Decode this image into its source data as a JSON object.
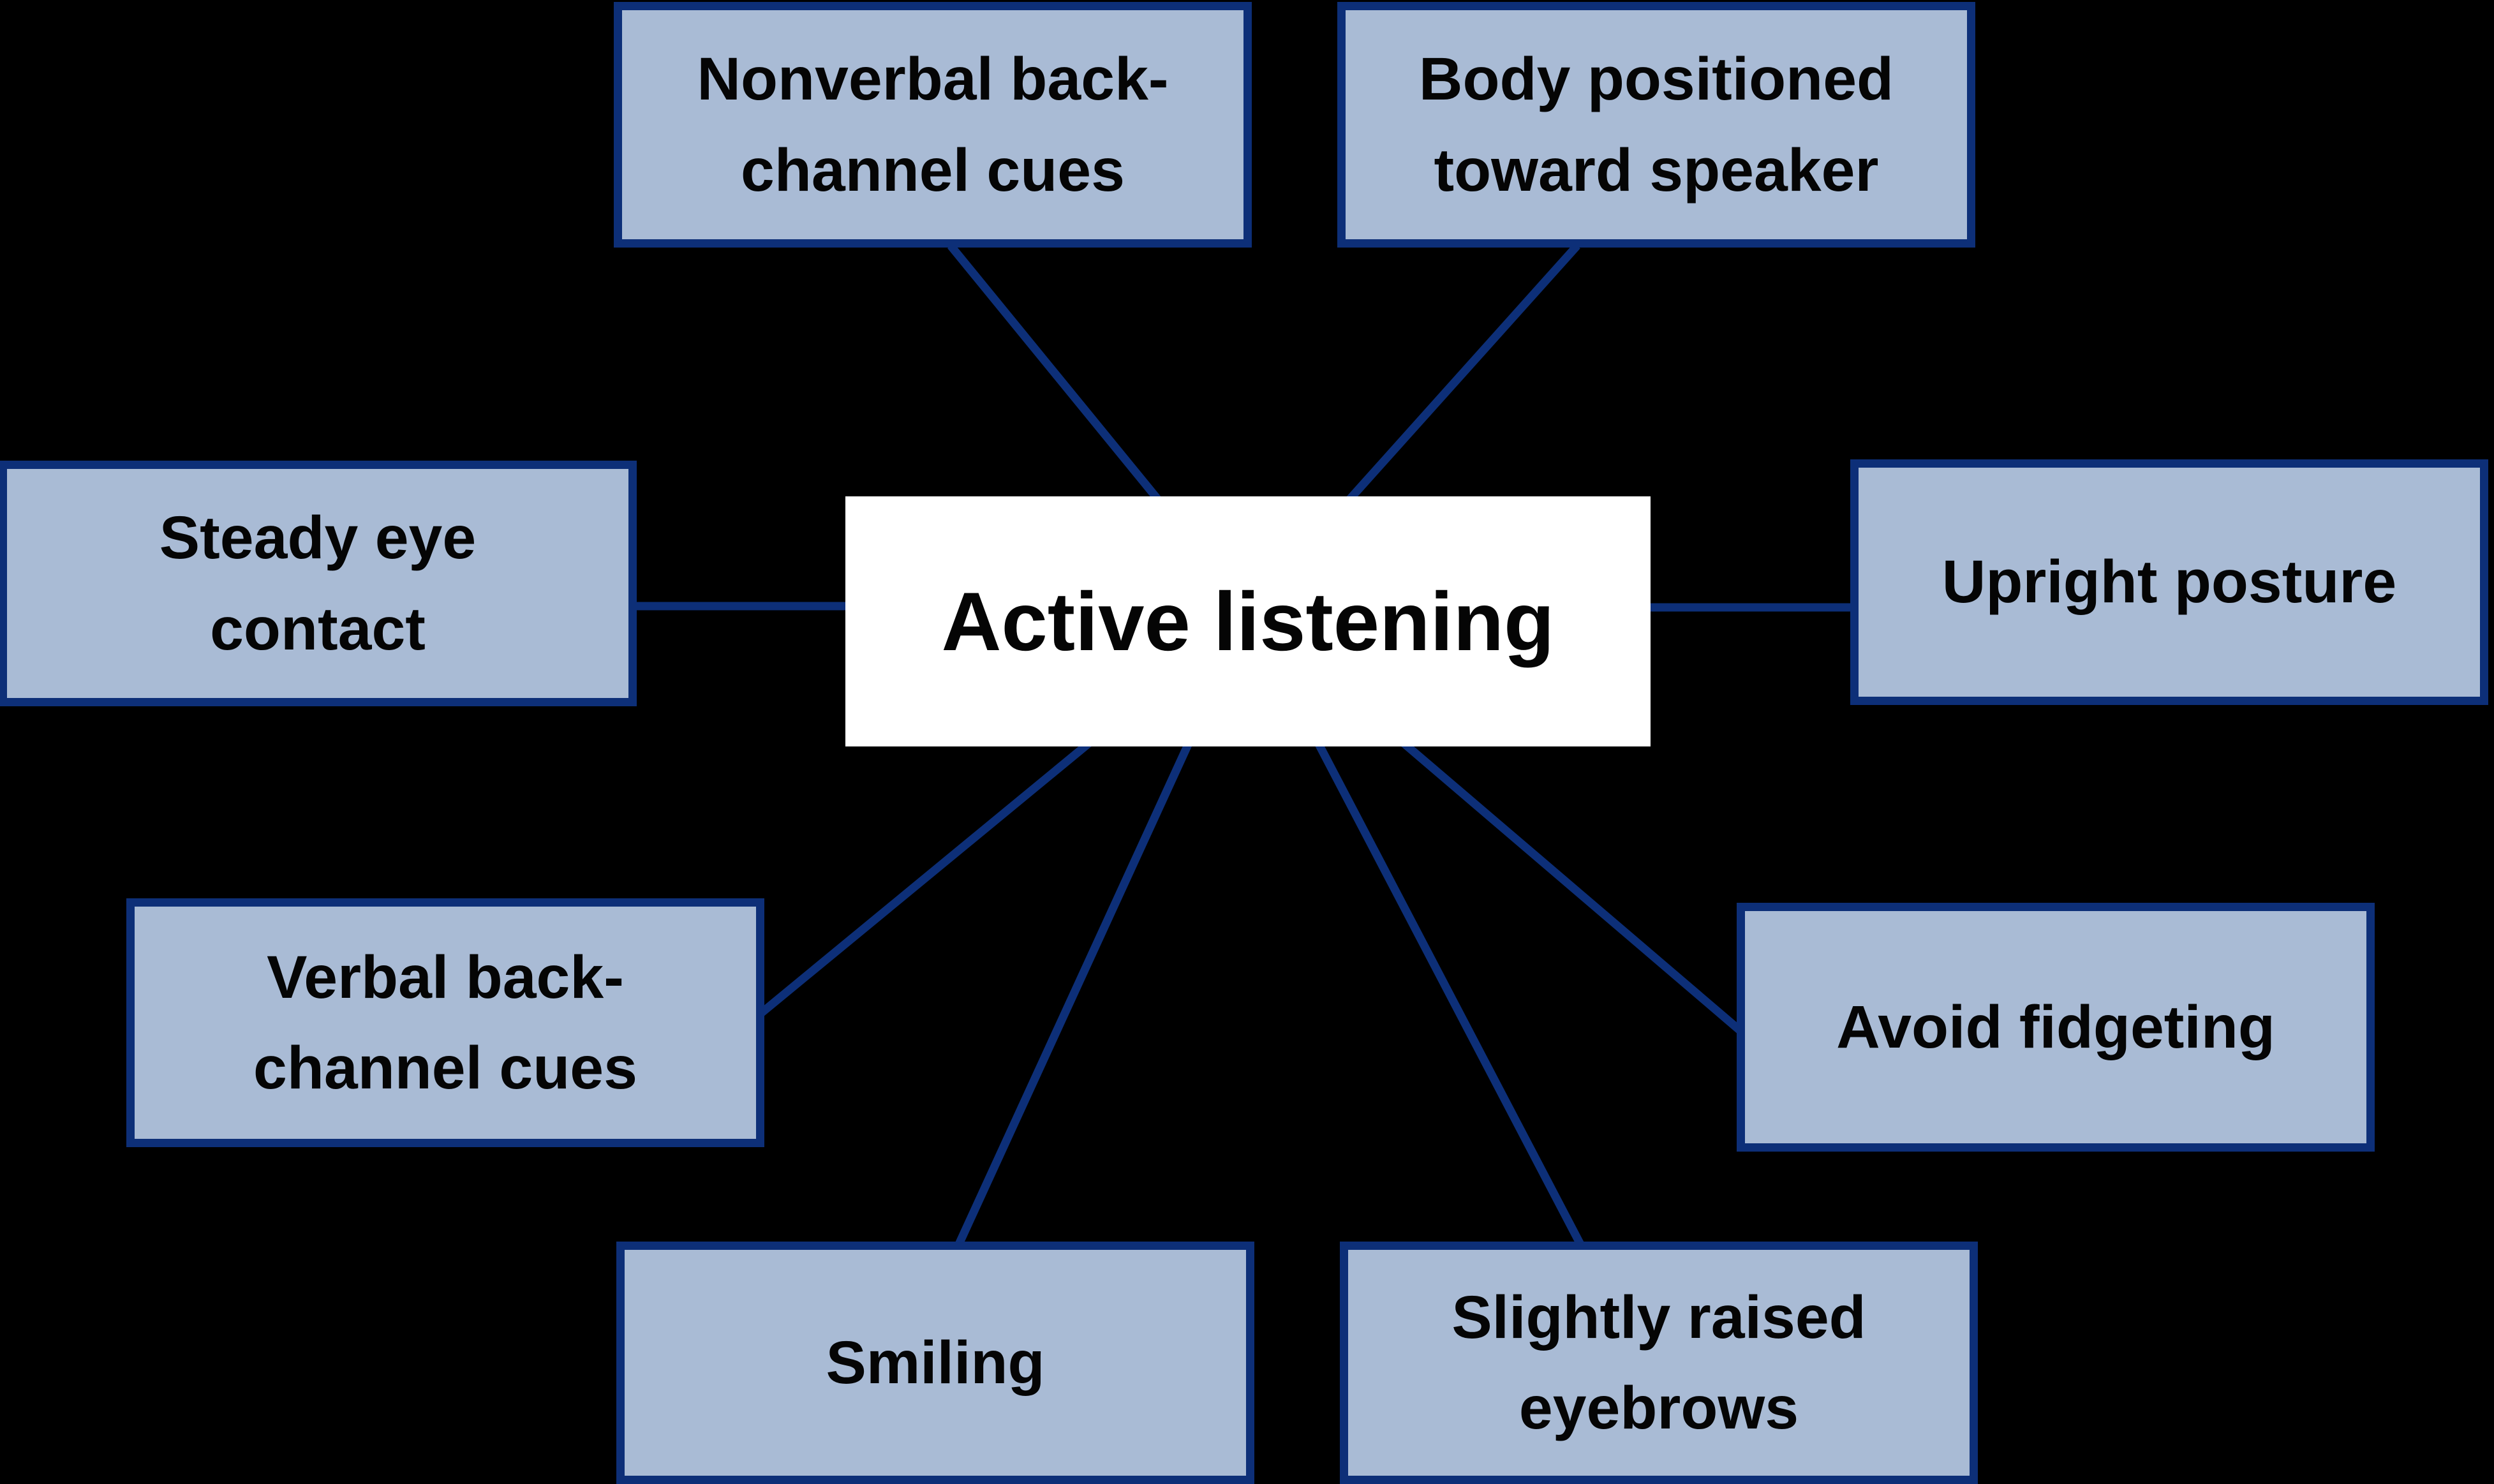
{
  "diagram": {
    "type": "mind-map",
    "center": {
      "label": "Active listening"
    },
    "nodes": [
      {
        "id": "nonverbal-back-channel-cues",
        "label": "Nonverbal back-\nchannel cues"
      },
      {
        "id": "body-positioned-toward-speaker",
        "label": "Body positioned\ntoward speaker"
      },
      {
        "id": "steady-eye-contact",
        "label": "Steady eye\ncontact"
      },
      {
        "id": "upright-posture",
        "label": "Upright posture"
      },
      {
        "id": "verbal-back-channel-cues",
        "label": "Verbal back-\nchannel cues"
      },
      {
        "id": "avoid-fidgeting",
        "label": "Avoid fidgeting"
      },
      {
        "id": "smiling",
        "label": "Smiling"
      },
      {
        "id": "slightly-raised-eyebrows",
        "label": "Slightly raised\neyebrows"
      }
    ],
    "colors": {
      "background": "#000000",
      "node_fill": "#a9bbd5",
      "node_border": "#0d2f78",
      "connector": "#0d2f78",
      "center_fill": "#ffffff",
      "text": "#050505"
    }
  }
}
